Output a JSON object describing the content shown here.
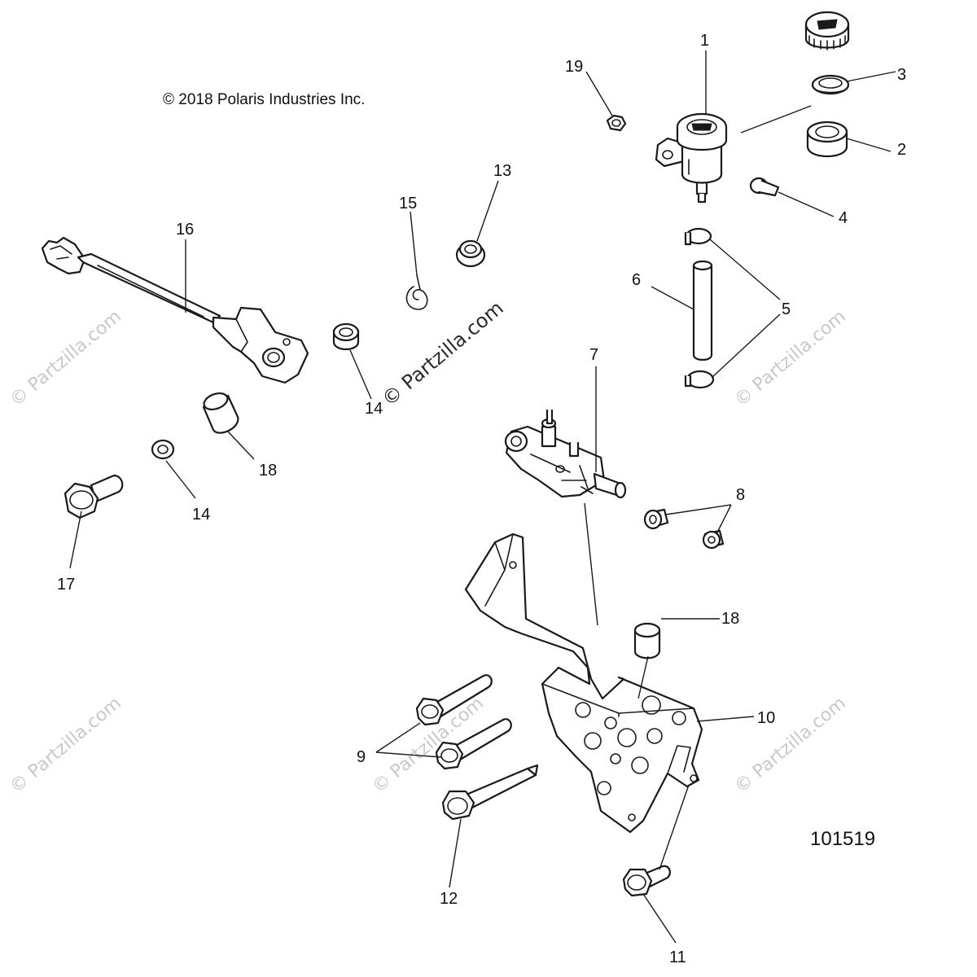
{
  "copyright": "© 2018 Polaris Industries Inc.",
  "diagram_id": "101519",
  "watermark": "© Partzilla.com",
  "callouts": [
    {
      "id": "1",
      "text": "1"
    },
    {
      "id": "2",
      "text": "2"
    },
    {
      "id": "3",
      "text": "3"
    },
    {
      "id": "4",
      "text": "4"
    },
    {
      "id": "5",
      "text": "5"
    },
    {
      "id": "6",
      "text": "6"
    },
    {
      "id": "7",
      "text": "7"
    },
    {
      "id": "8",
      "text": "8"
    },
    {
      "id": "9",
      "text": "9"
    },
    {
      "id": "10",
      "text": "10"
    },
    {
      "id": "11",
      "text": "11"
    },
    {
      "id": "12",
      "text": "12"
    },
    {
      "id": "13",
      "text": "13"
    },
    {
      "id": "14a",
      "text": "14"
    },
    {
      "id": "14b",
      "text": "14"
    },
    {
      "id": "15",
      "text": "15"
    },
    {
      "id": "16",
      "text": "16"
    },
    {
      "id": "17",
      "text": "17"
    },
    {
      "id": "18a",
      "text": "18"
    },
    {
      "id": "18b",
      "text": "18"
    },
    {
      "id": "19",
      "text": "19"
    }
  ]
}
